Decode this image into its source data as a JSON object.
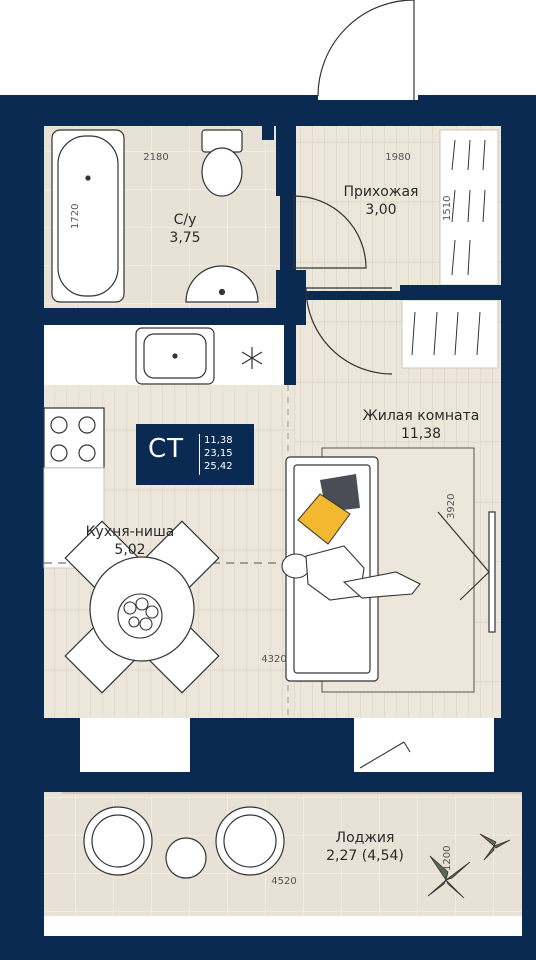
{
  "badge": {
    "code": "СТ",
    "areas": [
      "11,38",
      "23,15",
      "25,42"
    ]
  },
  "rooms": {
    "bathroom": {
      "name": "С/у",
      "area": "3,75"
    },
    "hallway": {
      "name": "Прихожая",
      "area": "3,00"
    },
    "living": {
      "name": "Жилая комната",
      "area": "11,38"
    },
    "kitchen": {
      "name": "Кухня-ниша",
      "area": "5,02"
    },
    "loggia": {
      "name": "Лоджия",
      "area": "2,27 (4,54)"
    }
  },
  "dimensions": {
    "bath_width": "2180",
    "bath_height": "1720",
    "hall_width": "1980",
    "hall_height": "1510",
    "living_height": "3920",
    "living_width": "4320",
    "loggia_width": "4520",
    "loggia_height": "1200"
  },
  "icons": [
    "snowflake-icon",
    "fruit-bowl-icon"
  ],
  "colors": {
    "wall": "#0b2a52",
    "floor_wood": "#ece6db",
    "floor_tile": "#e8e2d6",
    "accent_pillow": "#f2b830",
    "dark_pillow": "#4a4d56"
  }
}
